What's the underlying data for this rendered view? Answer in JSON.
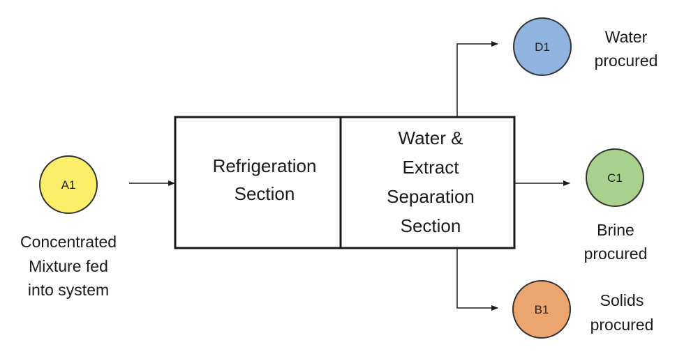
{
  "nodes": {
    "a1": {
      "label": "A1",
      "color": "#fbef6a"
    },
    "b1": {
      "label": "B1",
      "color": "#eda570"
    },
    "c1": {
      "label": "C1",
      "color": "#a9d18e"
    },
    "d1": {
      "label": "D1",
      "color": "#8fb4e0"
    }
  },
  "sections": {
    "refrigeration": {
      "line1": "Refrigeration",
      "line2": "Section"
    },
    "separation": {
      "line1": "Water &",
      "line2": "Extract",
      "line3": "Separation",
      "line4": "Section"
    }
  },
  "captions": {
    "a1": {
      "line1": "Concentrated",
      "line2": "Mixture fed",
      "line3": "into system"
    },
    "d1": {
      "line1": "Water",
      "line2": "procured"
    },
    "c1": {
      "line1": "Brine",
      "line2": "procured"
    },
    "b1": {
      "line1": "Solids",
      "line2": "procured"
    }
  },
  "colors": {
    "stroke": "#1a1a1a",
    "node_outline": "#333333"
  }
}
